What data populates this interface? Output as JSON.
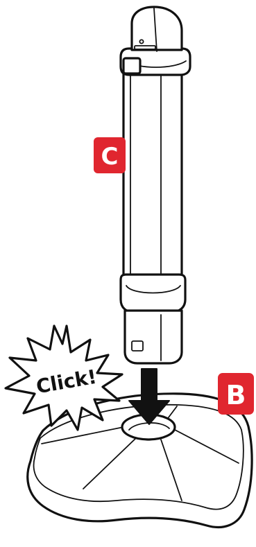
{
  "labels": {
    "part_c": "C",
    "part_b": "B",
    "click": "Click!"
  },
  "colors": {
    "badge_fill": "#e0262f",
    "line": "#111111",
    "background": "#ffffff"
  },
  "icons": {
    "arrow": "down-arrow-icon",
    "burst": "starburst-icon"
  }
}
